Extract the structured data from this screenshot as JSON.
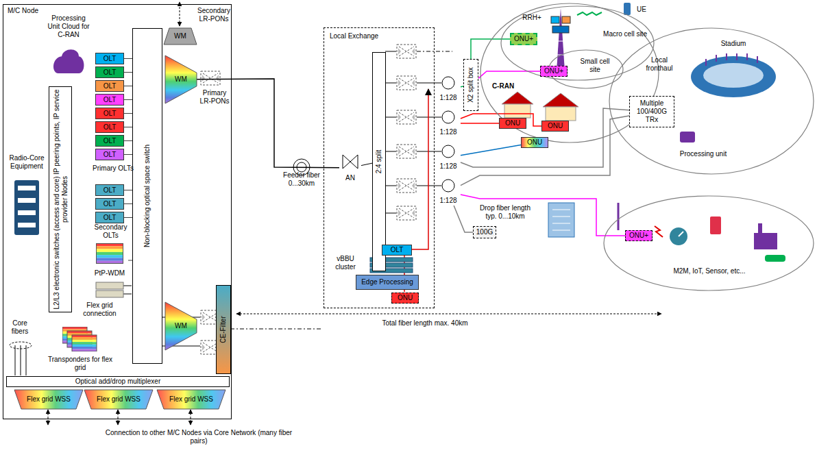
{
  "diagram": {
    "nodes": [
      {
        "text": [
          "M/C Node"
        ]
      },
      {
        "text": [
          "Processing Unit Cloud for C-RAN"
        ],
        "in": 0
      },
      {
        "text": [
          "WM"
        ],
        "in": 0
      },
      {
        "text": [
          "L2/L3 electronic switches (access and core) IP peering points, IP service provider Nodes"
        ],
        "in": 0
      },
      {
        "text": [
          "Non-blocking optical space switch"
        ],
        "in": 0
      },
      {
        "text": [
          "OLT"
        ],
        "in": 0
      },
      {
        "text": [
          "OLT"
        ],
        "in": 0
      },
      {
        "text": [
          "OLT"
        ],
        "in": 0
      },
      {
        "text": [
          "OLT"
        ],
        "in": 0
      },
      {
        "text": [
          "OLT"
        ],
        "in": 0
      },
      {
        "text": [
          "OLT"
        ],
        "in": 0
      },
      {
        "text": [
          "OLT"
        ],
        "in": 0
      },
      {
        "text": [
          "OLT"
        ],
        "in": 0
      },
      {
        "text": [
          "WM"
        ],
        "in": 0
      },
      {
        "text": [
          "OLT"
        ],
        "in": 0
      },
      {
        "text": [
          "OLT"
        ],
        "in": 0
      },
      {
        "text": [
          "OLT"
        ],
        "in": 0
      },
      {
        "text": [
          "Radio-Core Equipment"
        ],
        "in": 0
      },
      {
        "text": [
          "PtP-WDM"
        ],
        "in": 0
      },
      {
        "text": [
          "CE-Filter"
        ],
        "in": 0
      },
      {
        "text": [
          "WM"
        ],
        "in": 0
      },
      {
        "text": [
          "Transponders for flex grid"
        ],
        "in": 0
      },
      {
        "text": [
          "Optical add/drop multiplexer"
        ],
        "in": 0
      },
      {
        "text": [
          "Flex grid WSS"
        ],
        "in": 0
      },
      {
        "text": [
          "Flex grid WSS"
        ],
        "in": 0
      },
      {
        "text": [
          "Flex grid WSS"
        ],
        "in": 0
      },
      {
        "text": [
          "Local Exchange"
        ]
      },
      {
        "text": [
          "AN"
        ],
        "in": 26
      },
      {
        "text": [
          "2:4 split"
        ],
        "in": 26
      },
      {
        "text": [
          "OLT"
        ],
        "in": 26
      },
      {
        "text": [
          "Edge Processing"
        ],
        "in": 26
      },
      {
        "text": [
          "ONU"
        ],
        "in": 26
      },
      {
        "text": [
          "1:128"
        ]
      },
      {
        "text": [
          "1:128"
        ]
      },
      {
        "text": [
          "1:128"
        ]
      },
      {
        "text": [
          "1:128"
        ]
      },
      {
        "text": [
          "X2 split box"
        ]
      },
      {
        "text": [
          "C-RAN"
        ]
      },
      {
        "text": [
          "Macro cell site"
        ],
        "in": 37
      },
      {
        "text": [
          "ONU+"
        ],
        "in": 38
      },
      {
        "text": [
          "Small cell site"
        ],
        "in": 38
      },
      {
        "text": [
          "ONU+"
        ],
        "in": 40
      },
      {
        "text": [
          "ONU"
        ]
      },
      {
        "text": [
          "ONU"
        ]
      },
      {
        "text": [
          "ONU"
        ]
      },
      {
        "text": [
          "100G"
        ]
      },
      {
        "text": [
          "Local fronthaul",
          "Stadium"
        ]
      },
      {
        "text": [
          "Multiple 100/400G TRx"
        ],
        "in": 46
      },
      {
        "text": [
          "Processing unit"
        ],
        "in": 46
      },
      {
        "text": [
          "M2M, IoT, Sensor, etc..."
        ]
      },
      {
        "text": [
          "ONU+"
        ],
        "in": 49
      }
    ],
    "edges": [
      {
        "from": 5,
        "to": 4,
        "arrow": "none"
      },
      {
        "from": 6,
        "to": 4,
        "arrow": "none"
      },
      {
        "from": 7,
        "to": 4,
        "arrow": "none"
      },
      {
        "from": 8,
        "to": 4,
        "arrow": "none"
      },
      {
        "from": 9,
        "to": 4,
        "arrow": "none"
      },
      {
        "from": 10,
        "to": 4,
        "arrow": "none"
      },
      {
        "from": 11,
        "to": 4,
        "arrow": "none"
      },
      {
        "from": 12,
        "to": 4,
        "arrow": "none"
      },
      {
        "from": 14,
        "to": 4,
        "arrow": "none"
      },
      {
        "from": 15,
        "to": 4,
        "arrow": "none"
      },
      {
        "from": 16,
        "to": 4,
        "arrow": "none"
      },
      {
        "from": 18,
        "to": 4,
        "arrow": "none"
      },
      {
        "from": 13,
        "to": 27,
        "arrow": "none"
      },
      {
        "from": 27,
        "to": 28,
        "arrow": "none"
      },
      {
        "from": 32,
        "to": 36,
        "arrow": "none"
      },
      {
        "from": 36,
        "to": 39,
        "arrow": "none"
      },
      {
        "from": 36,
        "to": 41,
        "arrow": "none"
      },
      {
        "from": 33,
        "to": 42,
        "arrow": "none"
      },
      {
        "from": 33,
        "to": 43,
        "arrow": "none"
      },
      {
        "from": 34,
        "to": 44,
        "arrow": "none"
      },
      {
        "from": 34,
        "to": 47,
        "arrow": "none"
      },
      {
        "from": 35,
        "to": 47,
        "arrow": "none"
      },
      {
        "from": 35,
        "to": 45,
        "arrow": "none"
      },
      {
        "from": 35,
        "to": 50,
        "arrow": "none"
      }
    ],
    "labels": [
      "Secondary LR-PONs",
      "Primary LR-PONs",
      "Primary OLTs",
      "Secondary OLTs",
      "Flex grid connection",
      "Core fibers",
      "Connection to other M/C Nodes via Core Network (many fiber pairs)",
      "Feeder fiber 0...30km",
      "vBBU cluster",
      "Total fiber length max. 40km",
      "Drop fiber length typ. 0...10km",
      "RRH+",
      "UE"
    ]
  }
}
